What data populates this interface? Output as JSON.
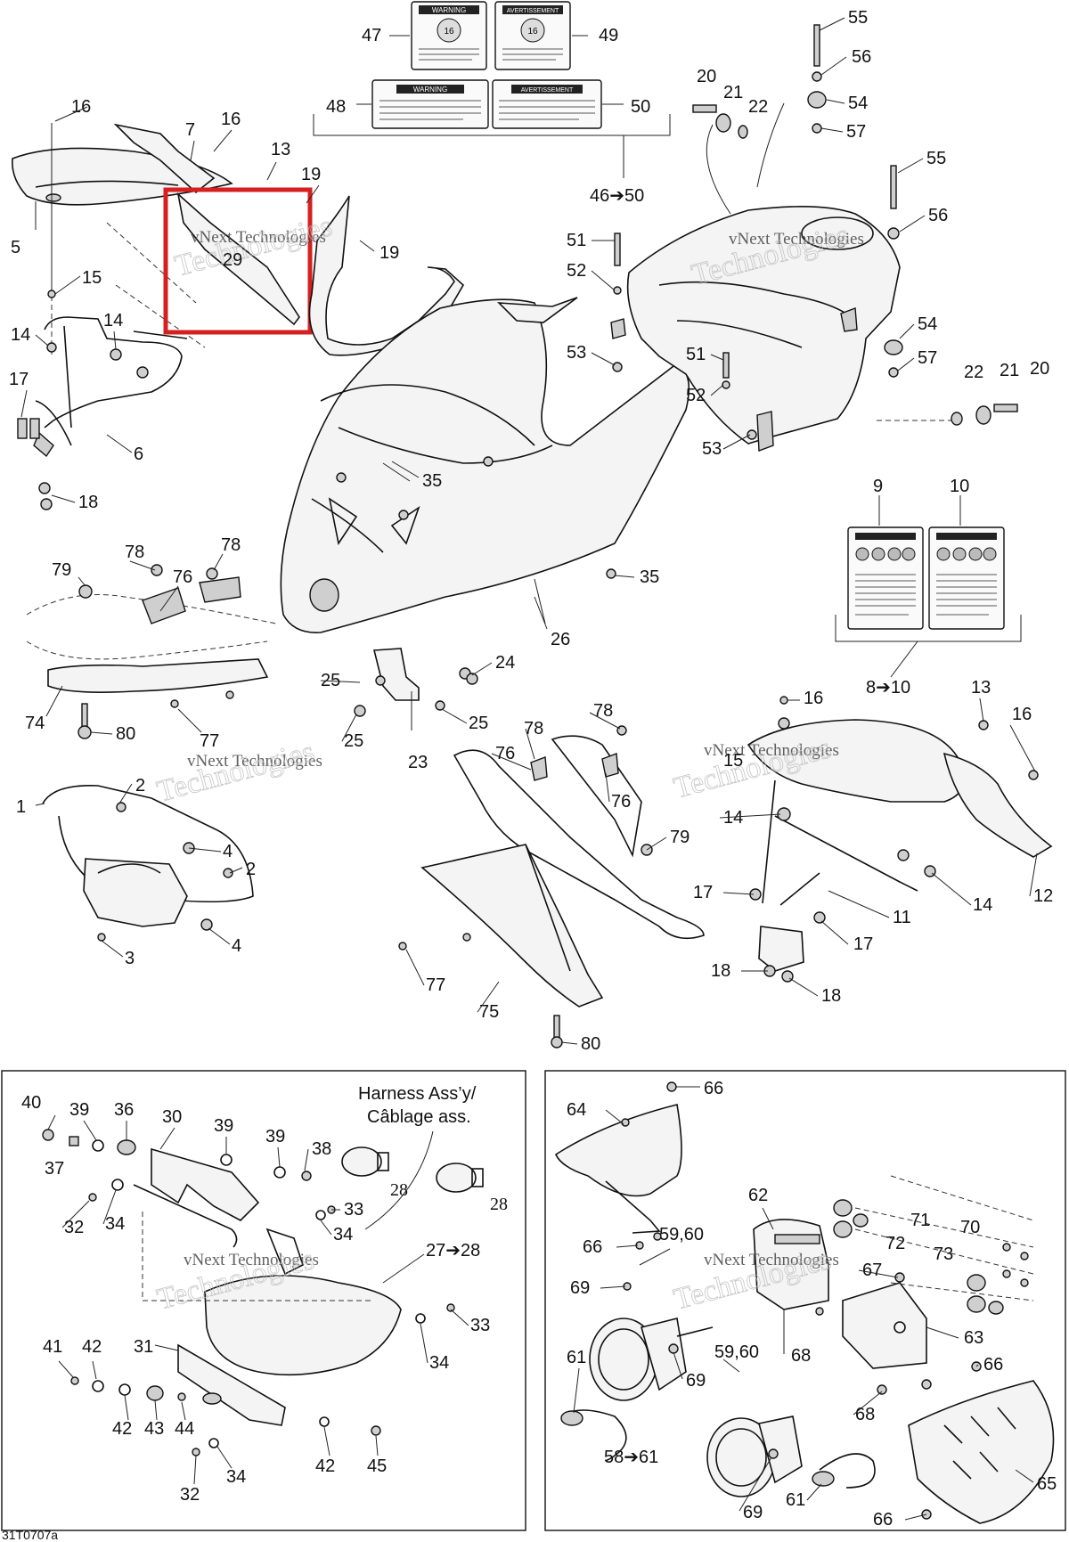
{
  "callouts": [
    {
      "id": "c1",
      "text": "1"
    },
    {
      "id": "c2a",
      "text": "2"
    },
    {
      "id": "c2b",
      "text": "2"
    },
    {
      "id": "c3",
      "text": "3"
    },
    {
      "id": "c4a",
      "text": "4"
    },
    {
      "id": "c4b",
      "text": "4"
    },
    {
      "id": "c5",
      "text": "5"
    },
    {
      "id": "c6",
      "text": "6"
    },
    {
      "id": "c7",
      "text": "7"
    },
    {
      "id": "c9",
      "text": "9"
    },
    {
      "id": "c10",
      "text": "10"
    },
    {
      "id": "c11",
      "text": "11"
    },
    {
      "id": "c12",
      "text": "12"
    },
    {
      "id": "c13a",
      "text": "13"
    },
    {
      "id": "c13b",
      "text": "13"
    },
    {
      "id": "c14a",
      "text": "14"
    },
    {
      "id": "c14b",
      "text": "14"
    },
    {
      "id": "c14c",
      "text": "14"
    },
    {
      "id": "c14d",
      "text": "14"
    },
    {
      "id": "c15a",
      "text": "15"
    },
    {
      "id": "c15b",
      "text": "15"
    },
    {
      "id": "c16a",
      "text": "16"
    },
    {
      "id": "c16b",
      "text": "16"
    },
    {
      "id": "c16c",
      "text": "16"
    },
    {
      "id": "c16d",
      "text": "16"
    },
    {
      "id": "c17a",
      "text": "17"
    },
    {
      "id": "c17b",
      "text": "17"
    },
    {
      "id": "c17c",
      "text": "17"
    },
    {
      "id": "c18a",
      "text": "18"
    },
    {
      "id": "c18b",
      "text": "18"
    },
    {
      "id": "c18c",
      "text": "18"
    },
    {
      "id": "c19a",
      "text": "19"
    },
    {
      "id": "c19b",
      "text": "19"
    },
    {
      "id": "c20a",
      "text": "20"
    },
    {
      "id": "c20b",
      "text": "20"
    },
    {
      "id": "c21a",
      "text": "21"
    },
    {
      "id": "c21b",
      "text": "21"
    },
    {
      "id": "c22a",
      "text": "22"
    },
    {
      "id": "c22b",
      "text": "22"
    },
    {
      "id": "c23",
      "text": "23"
    },
    {
      "id": "c24",
      "text": "24"
    },
    {
      "id": "c25a",
      "text": "25"
    },
    {
      "id": "c25b",
      "text": "25"
    },
    {
      "id": "c25c",
      "text": "25"
    },
    {
      "id": "c26",
      "text": "26"
    },
    {
      "id": "c27",
      "text": "27➔28"
    },
    {
      "id": "c28a",
      "text": "28"
    },
    {
      "id": "c28b",
      "text": "28"
    },
    {
      "id": "c29",
      "text": "29"
    },
    {
      "id": "c30",
      "text": "30"
    },
    {
      "id": "c31",
      "text": "31"
    },
    {
      "id": "c32a",
      "text": "32"
    },
    {
      "id": "c32b",
      "text": "32"
    },
    {
      "id": "c33a",
      "text": "33"
    },
    {
      "id": "c33b",
      "text": "33"
    },
    {
      "id": "c34a",
      "text": "34"
    },
    {
      "id": "c34b",
      "text": "34"
    },
    {
      "id": "c34c",
      "text": "34"
    },
    {
      "id": "c34d",
      "text": "34"
    },
    {
      "id": "c35a",
      "text": "35"
    },
    {
      "id": "c35b",
      "text": "35"
    },
    {
      "id": "c36",
      "text": "36"
    },
    {
      "id": "c37",
      "text": "37"
    },
    {
      "id": "c38",
      "text": "38"
    },
    {
      "id": "c39a",
      "text": "39"
    },
    {
      "id": "c39b",
      "text": "39"
    },
    {
      "id": "c39c",
      "text": "39"
    },
    {
      "id": "c40",
      "text": "40"
    },
    {
      "id": "c41",
      "text": "41"
    },
    {
      "id": "c42a",
      "text": "42"
    },
    {
      "id": "c42b",
      "text": "42"
    },
    {
      "id": "c42c",
      "text": "42"
    },
    {
      "id": "c43",
      "text": "43"
    },
    {
      "id": "c44",
      "text": "44"
    },
    {
      "id": "c45",
      "text": "45"
    },
    {
      "id": "c46",
      "text": "46➔50"
    },
    {
      "id": "c47",
      "text": "47"
    },
    {
      "id": "c48",
      "text": "48"
    },
    {
      "id": "c49",
      "text": "49"
    },
    {
      "id": "c50",
      "text": "50"
    },
    {
      "id": "c51a",
      "text": "51"
    },
    {
      "id": "c51b",
      "text": "51"
    },
    {
      "id": "c52a",
      "text": "52"
    },
    {
      "id": "c52b",
      "text": "52"
    },
    {
      "id": "c53a",
      "text": "53"
    },
    {
      "id": "c53b",
      "text": "53"
    },
    {
      "id": "c54a",
      "text": "54"
    },
    {
      "id": "c54b",
      "text": "54"
    },
    {
      "id": "c55a",
      "text": "55"
    },
    {
      "id": "c55b",
      "text": "55"
    },
    {
      "id": "c56a",
      "text": "56"
    },
    {
      "id": "c56b",
      "text": "56"
    },
    {
      "id": "c57a",
      "text": "57"
    },
    {
      "id": "c57b",
      "text": "57"
    },
    {
      "id": "c58",
      "text": "58➔61"
    },
    {
      "id": "c5960a",
      "text": "59,60"
    },
    {
      "id": "c5960b",
      "text": "59,60"
    },
    {
      "id": "c61a",
      "text": "61"
    },
    {
      "id": "c61b",
      "text": "61"
    },
    {
      "id": "c62",
      "text": "62"
    },
    {
      "id": "c63",
      "text": "63"
    },
    {
      "id": "c64",
      "text": "64"
    },
    {
      "id": "c65",
      "text": "65"
    },
    {
      "id": "c66a",
      "text": "66"
    },
    {
      "id": "c66b",
      "text": "66"
    },
    {
      "id": "c66c",
      "text": "66"
    },
    {
      "id": "c66d",
      "text": "66"
    },
    {
      "id": "c67",
      "text": "67"
    },
    {
      "id": "c68a",
      "text": "68"
    },
    {
      "id": "c68b",
      "text": "68"
    },
    {
      "id": "c69a",
      "text": "69"
    },
    {
      "id": "c69b",
      "text": "69"
    },
    {
      "id": "c69c",
      "text": "69"
    },
    {
      "id": "c70",
      "text": "70"
    },
    {
      "id": "c71",
      "text": "71"
    },
    {
      "id": "c72",
      "text": "72"
    },
    {
      "id": "c73",
      "text": "73"
    },
    {
      "id": "c74",
      "text": "74"
    },
    {
      "id": "c75",
      "text": "75"
    },
    {
      "id": "c76a",
      "text": "76"
    },
    {
      "id": "c76b",
      "text": "76"
    },
    {
      "id": "c76c",
      "text": "76"
    },
    {
      "id": "c77a",
      "text": "77"
    },
    {
      "id": "c77b",
      "text": "77"
    },
    {
      "id": "c78a",
      "text": "78"
    },
    {
      "id": "c78b",
      "text": "78"
    },
    {
      "id": "c78c",
      "text": "78"
    },
    {
      "id": "c78d",
      "text": "78"
    },
    {
      "id": "c79a",
      "text": "79"
    },
    {
      "id": "c79b",
      "text": "79"
    },
    {
      "id": "c80a",
      "text": "80"
    },
    {
      "id": "c80b",
      "text": "80"
    },
    {
      "id": "c810",
      "text": "8➔10"
    }
  ],
  "harness_label": {
    "line1": "Harness Ass’y/",
    "line2": "Câblage ass."
  },
  "decals": {
    "warning_title": "WARNING",
    "avertissement_title": "AVERTISSEMENT",
    "age_badge": "16"
  },
  "watermark": {
    "line1": "vNext Technologies",
    "line2": "Technologies"
  },
  "reference_code": "31T0707a",
  "highlight_color": "#d62020"
}
